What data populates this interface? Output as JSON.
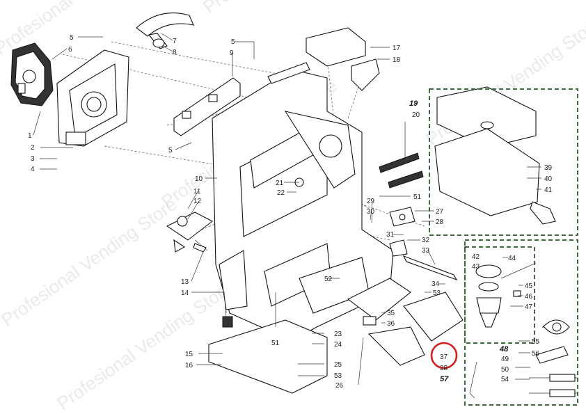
{
  "watermark": {
    "text": "Profesional Vending Store",
    "color": "#d9d9d9"
  },
  "colors": {
    "line": "#111111",
    "group_border": "#3f6b3f",
    "highlight": "#d41f1f"
  },
  "highlighted_callout": "37",
  "group_labels": {
    "g19": "19",
    "g48": "48",
    "g57": "57"
  },
  "callouts": {
    "c1": "1",
    "c2": "2",
    "c3": "3",
    "c4": "4",
    "c5a": "5",
    "c5b": "5",
    "c5c": "5",
    "c6": "6",
    "c7": "7",
    "c8": "8",
    "c9": "9",
    "c10": "10",
    "c11": "11",
    "c12": "12",
    "c13": "13",
    "c14": "14",
    "c15": "15",
    "c16": "16",
    "c17": "17",
    "c18": "18",
    "c20": "20",
    "c21": "21",
    "c22": "22",
    "c23": "23",
    "c24": "24",
    "c25": "25",
    "c26": "26",
    "c27": "27",
    "c28": "28",
    "c29": "29",
    "c30": "30",
    "c31": "31",
    "c32": "32",
    "c33": "33",
    "c34": "34",
    "c35": "35",
    "c36": "36",
    "c37": "37",
    "c38": "38",
    "c39": "39",
    "c40": "40",
    "c41": "41",
    "c42": "42",
    "c43": "43",
    "c44": "44",
    "c45": "45",
    "c46": "46",
    "c47": "47",
    "c49": "49",
    "c50": "50",
    "c51a": "51",
    "c51b": "51",
    "c52": "52",
    "c53a": "53",
    "c53b": "53",
    "c54": "54",
    "c55": "55",
    "c56": "56"
  }
}
